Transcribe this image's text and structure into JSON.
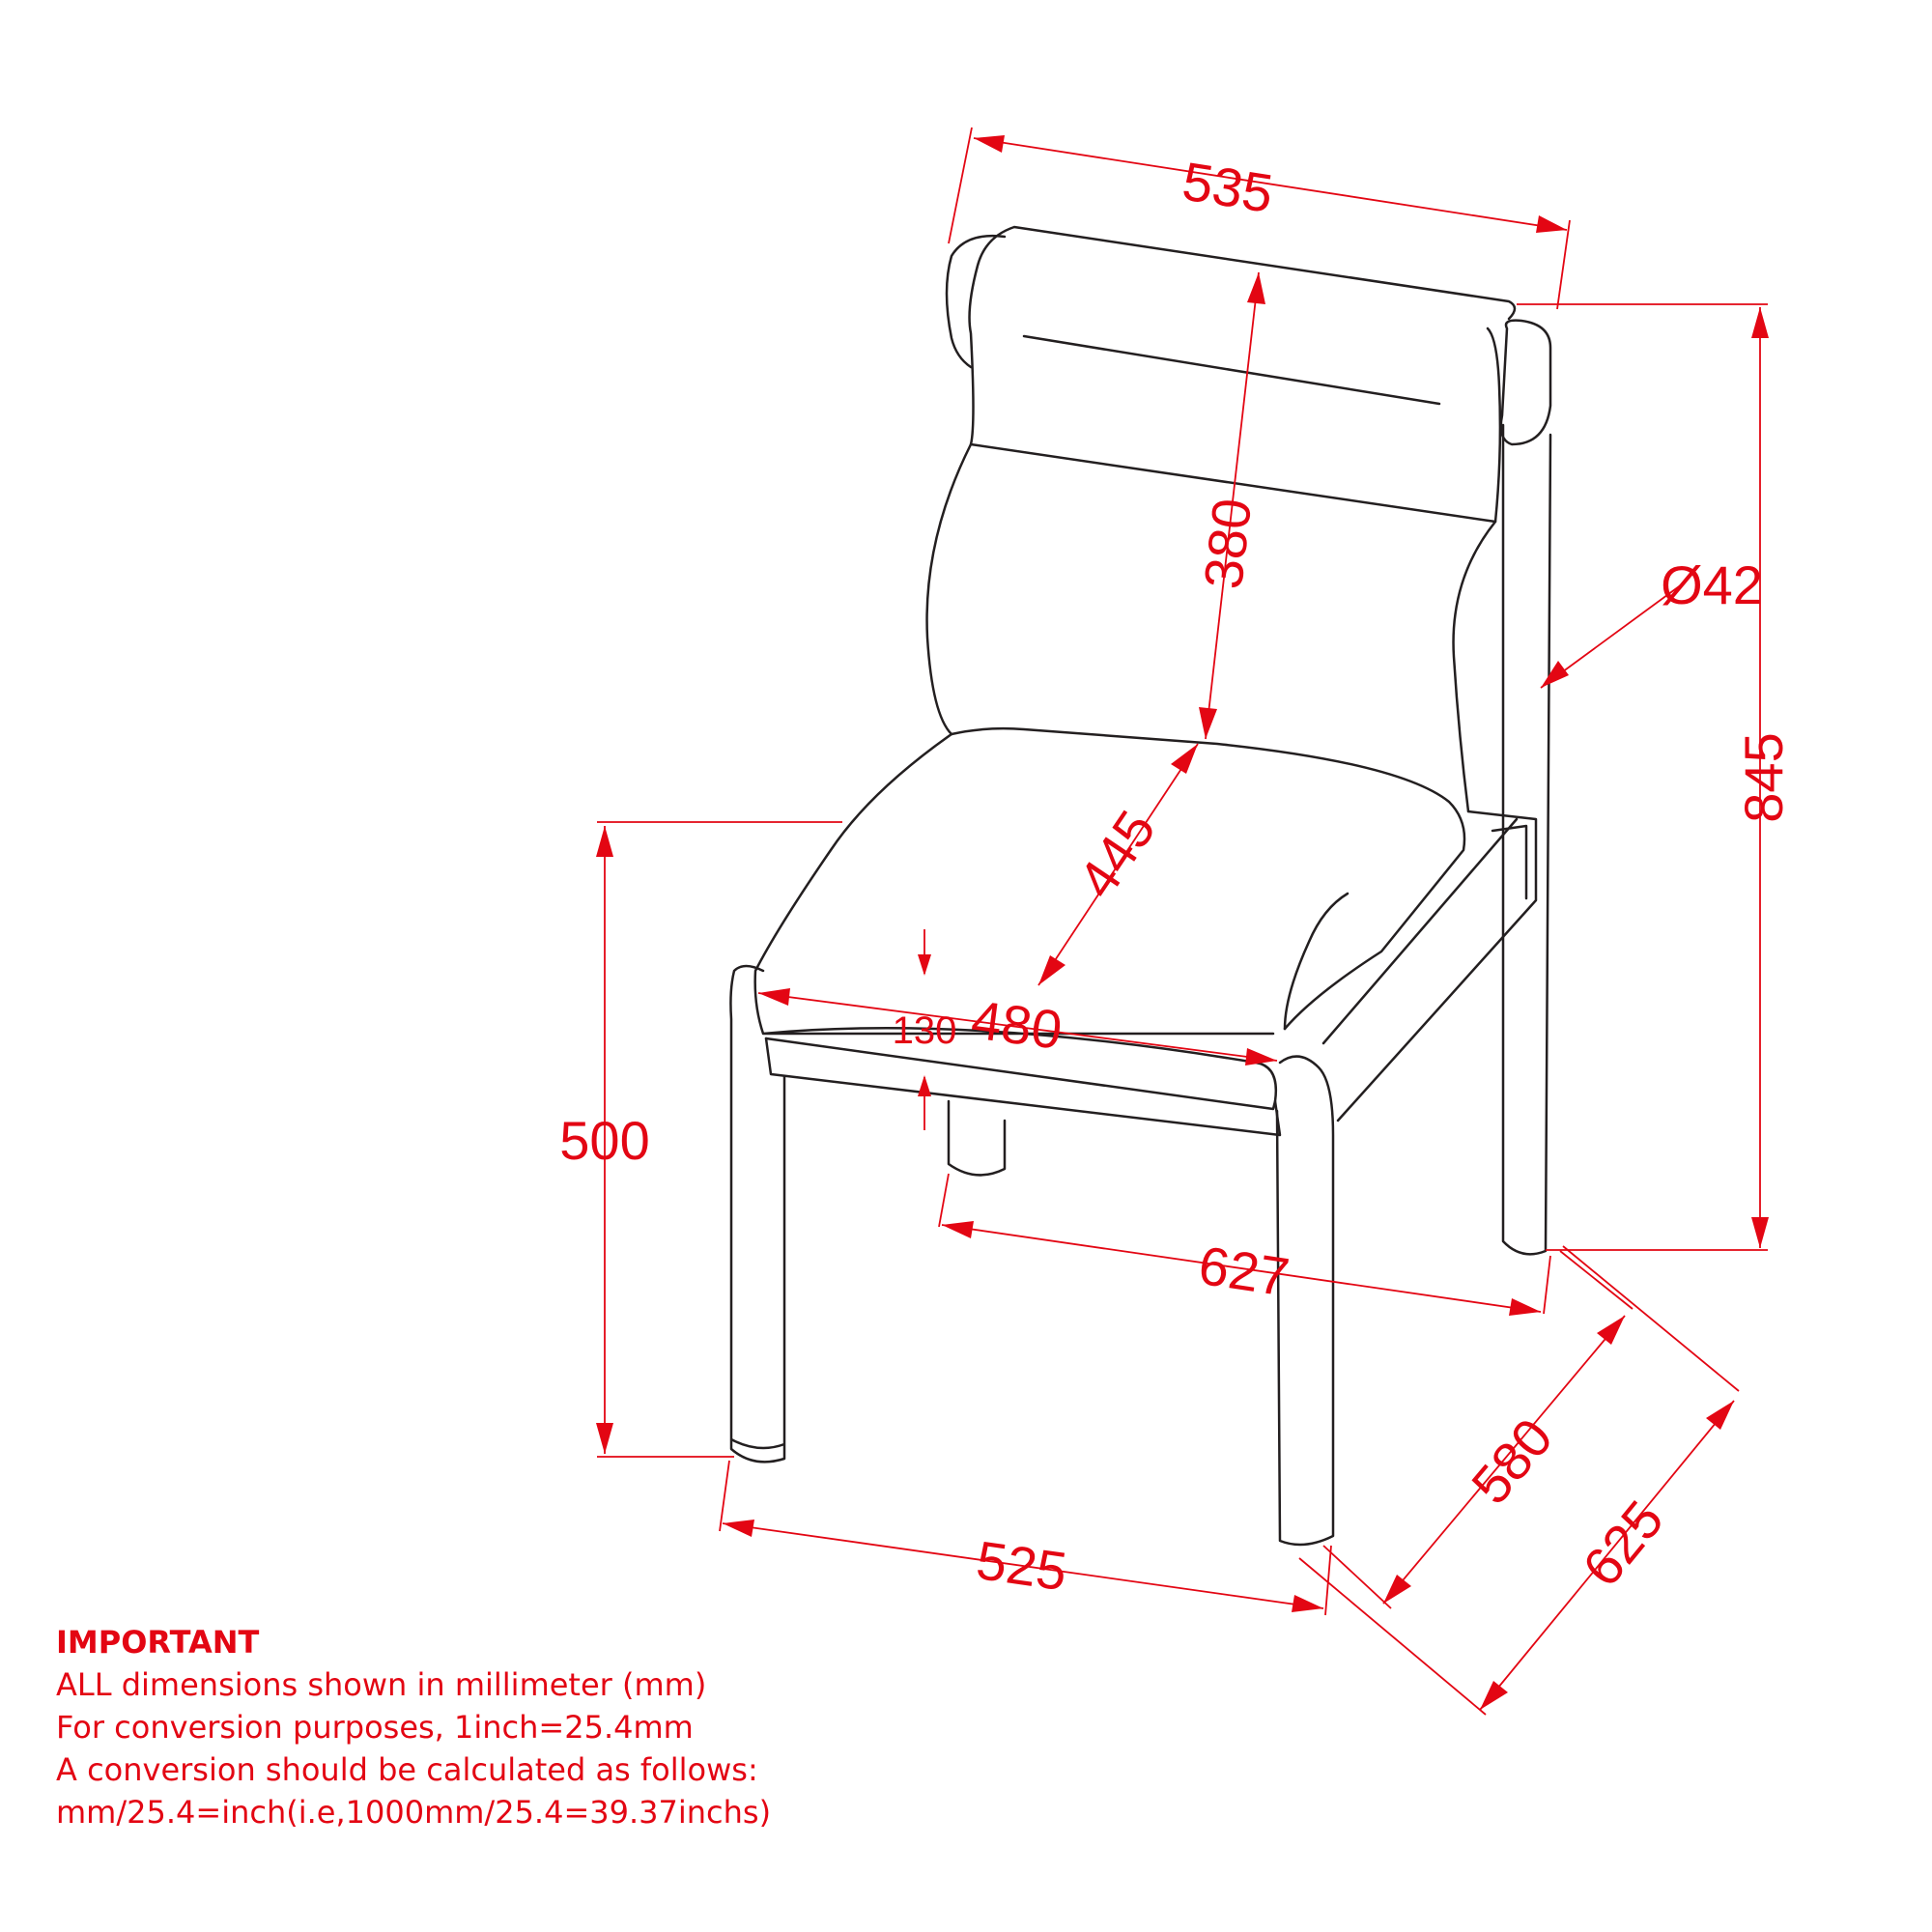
{
  "dimensions": {
    "width_top": "535",
    "back_height": "380",
    "leg_diameter": "Ø42",
    "total_height": "845",
    "seat_depth": "445",
    "seat_width": "480",
    "seat_thickness": "130",
    "seat_height": "500",
    "rear_width": "627",
    "side_depth": "580",
    "total_depth": "625",
    "front_width": "525"
  },
  "notes": {
    "heading": "IMPORTANT",
    "line1": "ALL dimensions shown in millimeter (mm)",
    "line2": "For conversion purposes, 1inch=25.4mm",
    "line3": "A conversion should be calculated as follows:",
    "line4": "mm/25.4=inch(i.e,1000mm/25.4=39.37inchs)"
  },
  "colors": {
    "dimension": "#e30613",
    "outline": "#231f20"
  }
}
